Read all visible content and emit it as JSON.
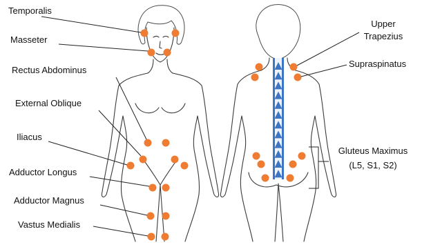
{
  "figure": {
    "colors": {
      "trigger_point": "#ee7d33",
      "spine_strip": "#3d74c4",
      "spine_triangle": "#3d74c4",
      "outline": "#3a3a3a",
      "leader": "#222222"
    },
    "labels": {
      "temporalis": "Temporalis",
      "masseter": "Masseter",
      "rectus_abdominus": "Rectus Abdominus",
      "external_oblique": "External Oblique",
      "iliacus": "Iliacus",
      "adductor_longus": "Adductor Longus",
      "adductor_magnus": "Adductor Magnus",
      "vastus_medialis": "Vastus Medialis",
      "upper_trapezius_line1": "Upper",
      "upper_trapezius_line2": "Trapezius",
      "supraspinatus": "Supraspinatus",
      "gluteus_maximus_line1": "Gluteus Maximus",
      "gluteus_maximus_line2": "(L5, S1, S2)"
    },
    "views": [
      "front-view",
      "back-view"
    ],
    "icons": {
      "trigger_point": "orange-dot-icon",
      "spine_marker": "blue-triangle-icon"
    },
    "spine_triangle_count": 12
  }
}
